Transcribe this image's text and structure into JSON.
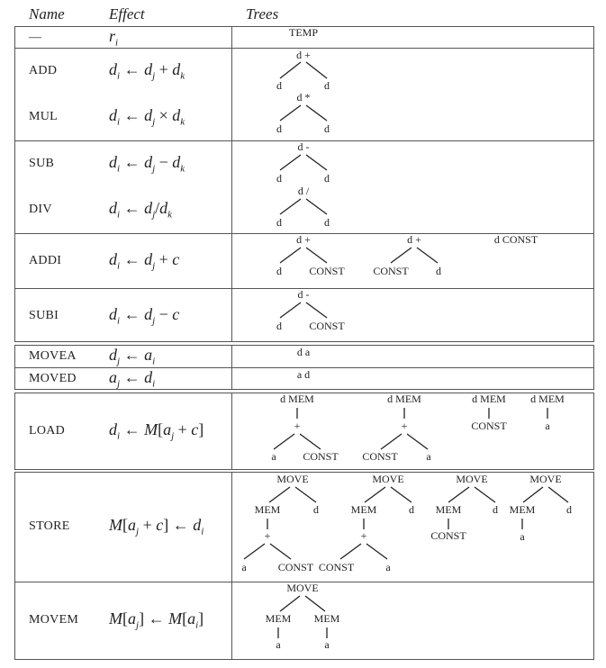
{
  "headers": {
    "name": "Name",
    "effect": "Effect",
    "trees": "Trees"
  },
  "rows": {
    "temp": {
      "name": "—",
      "effect": {
        "l": "r",
        "ls": "i"
      }
    },
    "add": {
      "name": "ADD",
      "effect": {
        "l": "d",
        "ls": "i",
        "a": "d",
        "as": "j",
        "op": "+",
        "b": "d",
        "bs": "k"
      }
    },
    "mul": {
      "name": "MUL",
      "effect": {
        "l": "d",
        "ls": "i",
        "a": "d",
        "as": "j",
        "op": "×",
        "b": "d",
        "bs": "k"
      }
    },
    "sub": {
      "name": "SUB",
      "effect": {
        "l": "d",
        "ls": "i",
        "a": "d",
        "as": "j",
        "op": "−",
        "b": "d",
        "bs": "k"
      }
    },
    "div": {
      "name": "DIV",
      "effect": {
        "l": "d",
        "ls": "i",
        "a": "d",
        "as": "j",
        "op": "/",
        "b": "d",
        "bs": "k"
      }
    },
    "addi": {
      "name": "ADDI",
      "effect": {
        "l": "d",
        "ls": "i",
        "a": "d",
        "as": "j",
        "op": "+",
        "b": "c"
      }
    },
    "subi": {
      "name": "SUBI",
      "effect": {
        "l": "d",
        "ls": "i",
        "a": "d",
        "as": "j",
        "op": "−",
        "b": "c"
      }
    },
    "movea": {
      "name": "MOVEA",
      "effect": {
        "l": "d",
        "ls": "j",
        "a": "a",
        "as": "i"
      }
    },
    "moved": {
      "name": "MOVED",
      "effect": {
        "l": "a",
        "ls": "j",
        "a": "d",
        "as": "i"
      }
    },
    "load": {
      "name": "LOAD",
      "effect": {
        "l": "d",
        "ls": "i",
        "m": "M",
        "a": "a",
        "as": "j",
        "op": "+",
        "b": "c"
      }
    },
    "store": {
      "name": "STORE",
      "effect": {
        "m": "M",
        "a": "a",
        "as": "j",
        "op": "+",
        "b": "c",
        "r": "d",
        "rs": "i"
      }
    },
    "movem": {
      "name": "MOVEM",
      "effect": {
        "m": "M",
        "a": "a",
        "as": "j",
        "m2": "M",
        "b": "a",
        "bs": "i"
      }
    }
  },
  "arrow": "←",
  "tree_labels": {
    "temp": "TEMP",
    "d": "d",
    "a": "a",
    "plus": "+",
    "times": "*",
    "minus": "-",
    "slash": "/",
    "const": "CONST",
    "mem": "MEM",
    "move": "MOVE",
    "d_plus": "d +",
    "d_times": "d *",
    "d_minus": "d -",
    "d_slash": "d /",
    "d_const": "d CONST",
    "d_mem": "d MEM",
    "d_a": "d a",
    "a_d": "a d",
    "const_const": "CONST  CONST"
  }
}
